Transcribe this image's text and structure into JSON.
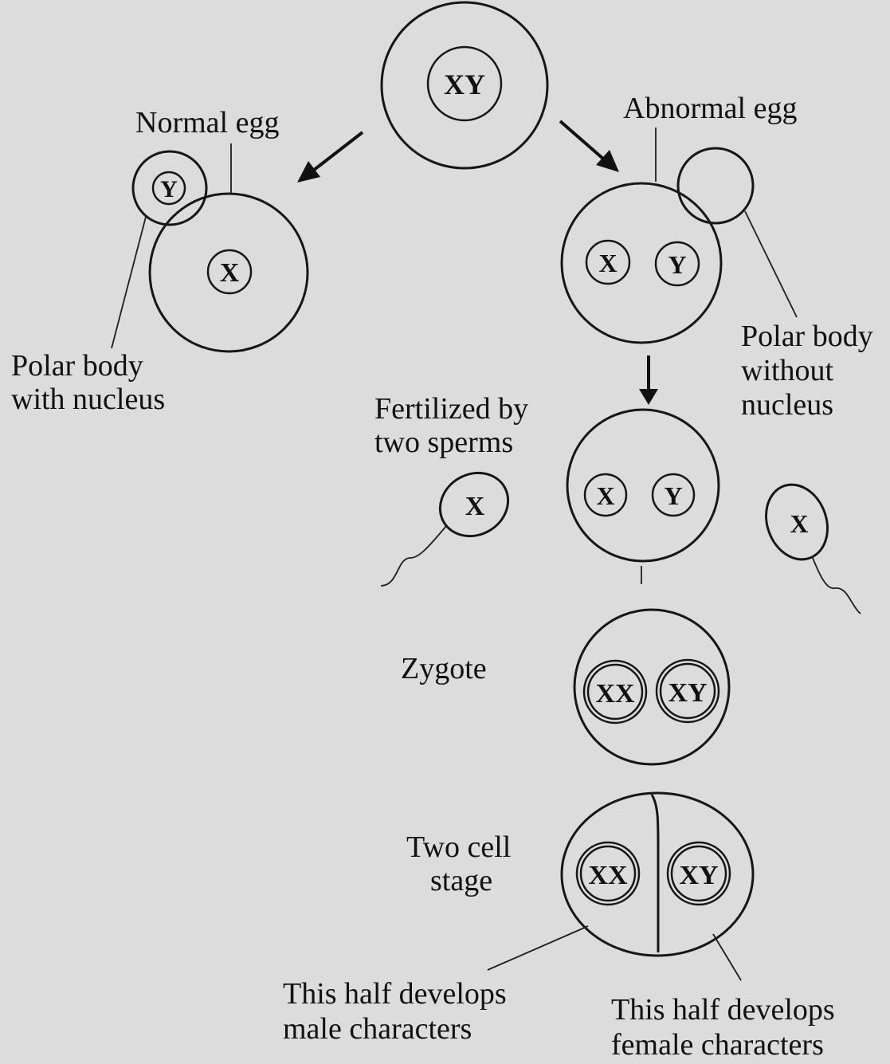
{
  "parent_cell": {
    "chromosomes": "XY"
  },
  "normal_egg": {
    "label": "Normal egg",
    "nucleus": "X",
    "polar_body_nucleus": "Y",
    "polar_body_label": [
      "Polar body",
      "with nucleus"
    ]
  },
  "abnormal_egg": {
    "label": "Abnormal egg",
    "nuclei": [
      "X",
      "Y"
    ],
    "polar_body_label": [
      "Polar body",
      "without",
      "nucleus"
    ]
  },
  "fertilization": {
    "label": [
      "Fertilized by",
      "two sperms"
    ],
    "nuclei": [
      "X",
      "Y"
    ],
    "sperm_left": "X",
    "sperm_right": "X"
  },
  "zygote": {
    "label": "Zygote",
    "nuclei": [
      "XX",
      "XY"
    ]
  },
  "two_cell": {
    "label": [
      "Two cell",
      "stage"
    ],
    "nuclei": [
      "XX",
      "XY"
    ],
    "male_label": [
      "This half develops",
      "male characters"
    ],
    "female_label": [
      "This half develops",
      "female characters"
    ]
  }
}
